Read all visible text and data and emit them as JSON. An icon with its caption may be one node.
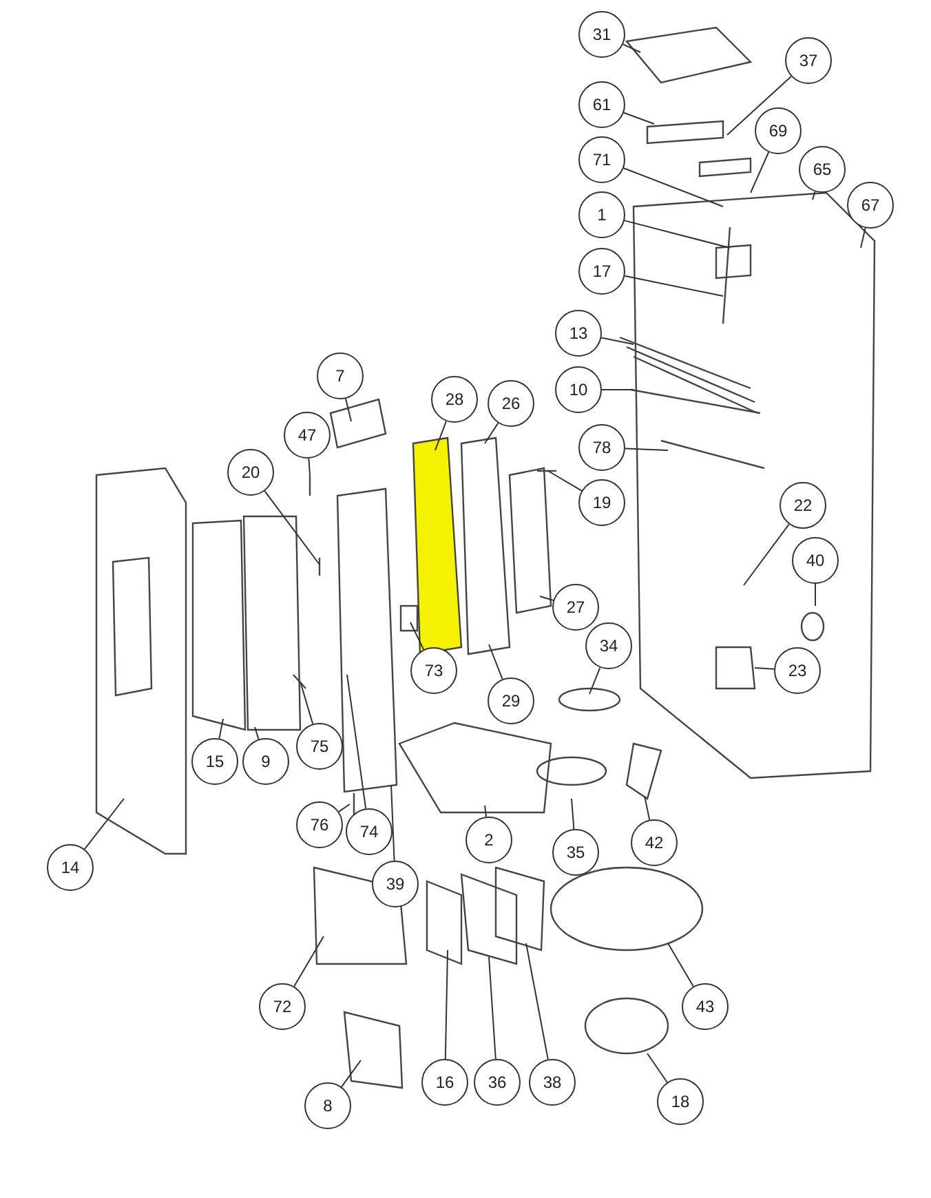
{
  "diagram": {
    "nodes": [
      {
        "text": [
          "31"
        ]
      },
      {
        "text": [
          "37"
        ]
      },
      {
        "text": [
          "61"
        ]
      },
      {
        "text": [
          "69"
        ]
      },
      {
        "text": [
          "71"
        ]
      },
      {
        "text": [
          "65"
        ]
      },
      {
        "text": [
          "1"
        ]
      },
      {
        "text": [
          "67"
        ]
      },
      {
        "text": [
          "17"
        ]
      },
      {
        "text": [
          "13"
        ]
      },
      {
        "text": [
          "10"
        ]
      },
      {
        "text": [
          "78"
        ]
      },
      {
        "text": [
          "7"
        ]
      },
      {
        "text": [
          "28"
        ]
      },
      {
        "text": [
          "26"
        ]
      },
      {
        "text": [
          "47"
        ]
      },
      {
        "text": [
          "19"
        ]
      },
      {
        "text": [
          "20"
        ]
      },
      {
        "text": [
          "22"
        ]
      },
      {
        "text": [
          "40"
        ]
      },
      {
        "text": [
          "27"
        ]
      },
      {
        "text": [
          "34"
        ]
      },
      {
        "text": [
          "23"
        ]
      },
      {
        "text": [
          "73"
        ]
      },
      {
        "text": [
          "29"
        ]
      },
      {
        "text": [
          "15"
        ]
      },
      {
        "text": [
          "9"
        ]
      },
      {
        "text": [
          "75"
        ]
      },
      {
        "text": [
          "76"
        ]
      },
      {
        "text": [
          "74"
        ]
      },
      {
        "text": [
          "2"
        ]
      },
      {
        "text": [
          "35"
        ]
      },
      {
        "text": [
          "42"
        ]
      },
      {
        "text": [
          "14"
        ]
      },
      {
        "text": [
          "39"
        ]
      },
      {
        "text": [
          "43"
        ]
      },
      {
        "text": [
          "72"
        ]
      },
      {
        "text": [
          "16"
        ]
      },
      {
        "text": [
          "36"
        ]
      },
      {
        "text": [
          "38"
        ]
      },
      {
        "text": [
          "8"
        ]
      },
      {
        "text": [
          "18"
        ]
      }
    ],
    "edges": [
      {
        "from": 0,
        "to": null,
        "arrow": "none"
      },
      {
        "from": 1,
        "to": null,
        "arrow": "none"
      },
      {
        "from": 2,
        "to": null,
        "arrow": "none"
      },
      {
        "from": 3,
        "to": null,
        "arrow": "none"
      },
      {
        "from": 4,
        "to": null,
        "arrow": "none"
      },
      {
        "from": 5,
        "to": null,
        "arrow": "none"
      },
      {
        "from": 6,
        "to": null,
        "arrow": "none"
      },
      {
        "from": 7,
        "to": null,
        "arrow": "none"
      },
      {
        "from": 8,
        "to": null,
        "arrow": "none"
      },
      {
        "from": 9,
        "to": null,
        "arrow": "none"
      },
      {
        "from": 10,
        "to": null,
        "arrow": "none"
      },
      {
        "from": 11,
        "to": null,
        "arrow": "none"
      },
      {
        "from": 12,
        "to": null,
        "arrow": "none"
      },
      {
        "from": 13,
        "to": null,
        "arrow": "none"
      },
      {
        "from": 14,
        "to": null,
        "arrow": "none"
      },
      {
        "from": 15,
        "to": null,
        "arrow": "none"
      },
      {
        "from": 16,
        "to": null,
        "arrow": "none"
      },
      {
        "from": 17,
        "to": null,
        "arrow": "none"
      },
      {
        "from": 18,
        "to": null,
        "arrow": "none"
      },
      {
        "from": 19,
        "to": null,
        "arrow": "none"
      },
      {
        "from": 20,
        "to": null,
        "arrow": "none"
      },
      {
        "from": 21,
        "to": null,
        "arrow": "none"
      },
      {
        "from": 22,
        "to": null,
        "arrow": "none"
      },
      {
        "from": 23,
        "to": null,
        "arrow": "none"
      },
      {
        "from": 24,
        "to": null,
        "arrow": "none"
      },
      {
        "from": 25,
        "to": null,
        "arrow": "none"
      },
      {
        "from": 26,
        "to": null,
        "arrow": "none"
      },
      {
        "from": 27,
        "to": null,
        "arrow": "none"
      },
      {
        "from": 28,
        "to": null,
        "arrow": "none"
      },
      {
        "from": 29,
        "to": null,
        "arrow": "none"
      },
      {
        "from": 30,
        "to": null,
        "arrow": "none"
      },
      {
        "from": 31,
        "to": null,
        "arrow": "none"
      },
      {
        "from": 32,
        "to": null,
        "arrow": "none"
      },
      {
        "from": 33,
        "to": null,
        "arrow": "none"
      },
      {
        "from": 34,
        "to": null,
        "arrow": "none"
      },
      {
        "from": 35,
        "to": null,
        "arrow": "none"
      },
      {
        "from": 36,
        "to": null,
        "arrow": "none"
      },
      {
        "from": 37,
        "to": null,
        "arrow": "none"
      },
      {
        "from": 38,
        "to": null,
        "arrow": "none"
      },
      {
        "from": 39,
        "to": null,
        "arrow": "none"
      },
      {
        "from": 40,
        "to": null,
        "arrow": "none"
      },
      {
        "from": 41,
        "to": null,
        "arrow": "none"
      }
    ]
  }
}
